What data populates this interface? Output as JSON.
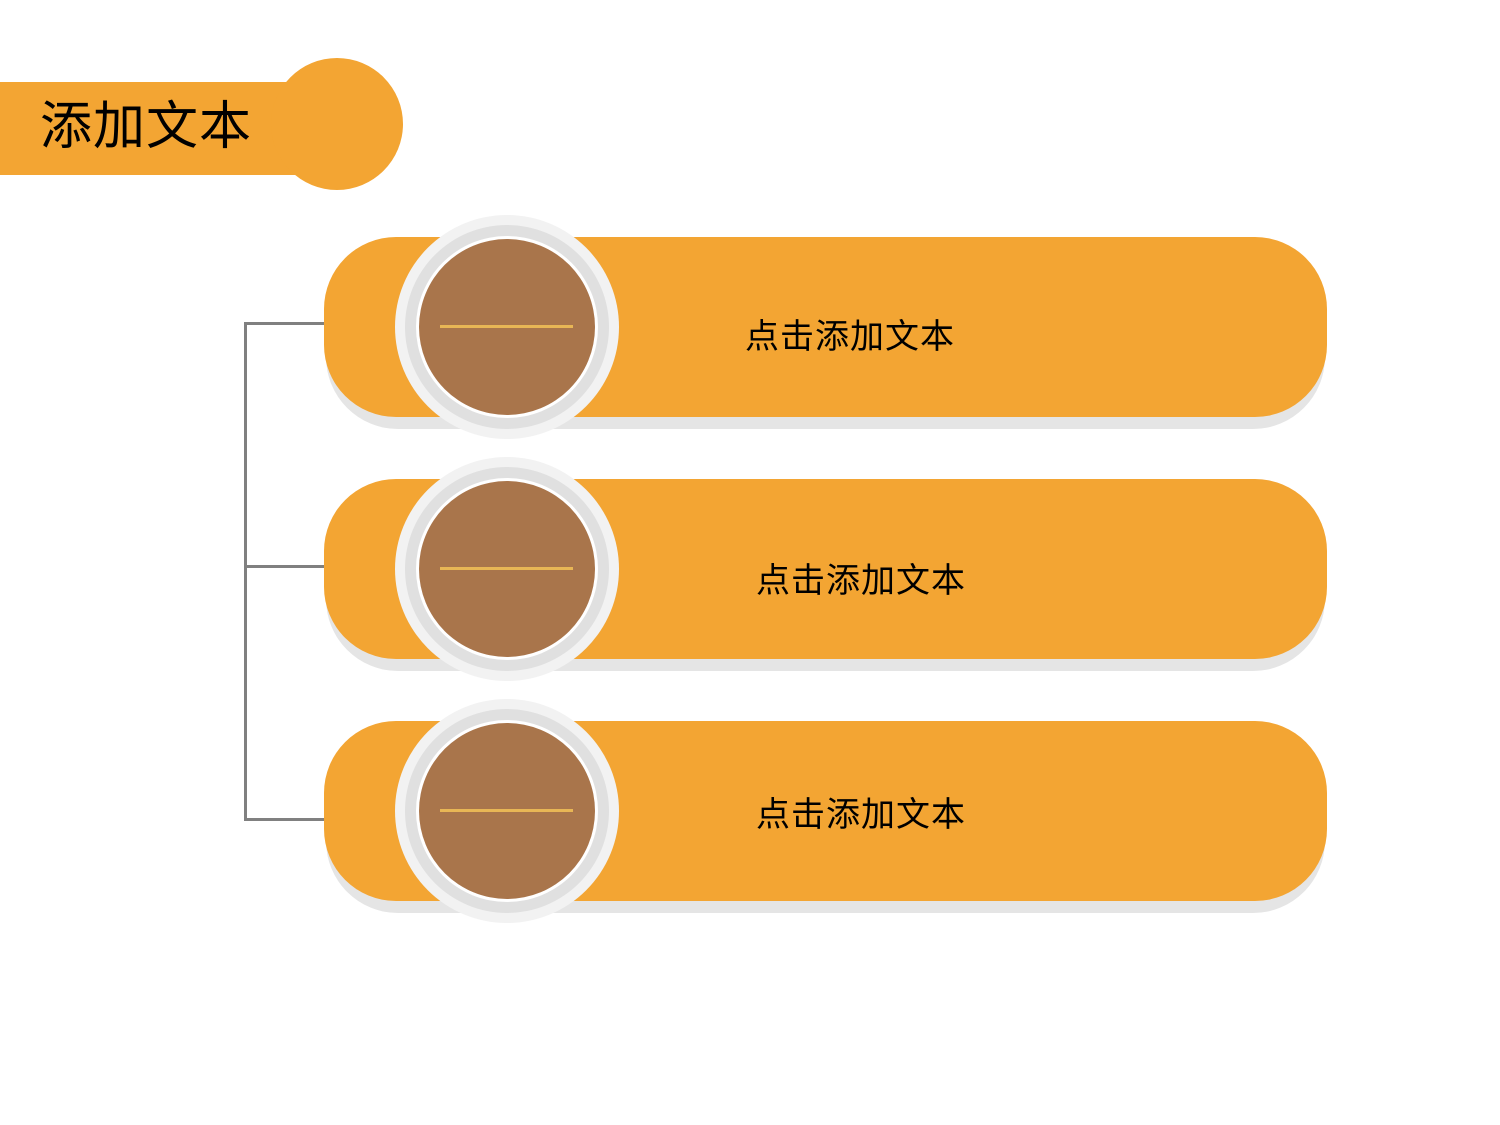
{
  "header": {
    "title": "添加文本"
  },
  "items": [
    {
      "label": "点击添加文本"
    },
    {
      "label": "点击添加文本"
    },
    {
      "label": "点击添加文本"
    }
  ],
  "colors": {
    "accent_orange": "#f3a533",
    "circle_brown": "#a9754b",
    "line_gold": "#e8b655",
    "connector_gray": "#808080",
    "shadow_gray": "#e5e5e5",
    "ring_light": "#f2f2f2",
    "ring_mid": "#e0e0e0"
  }
}
